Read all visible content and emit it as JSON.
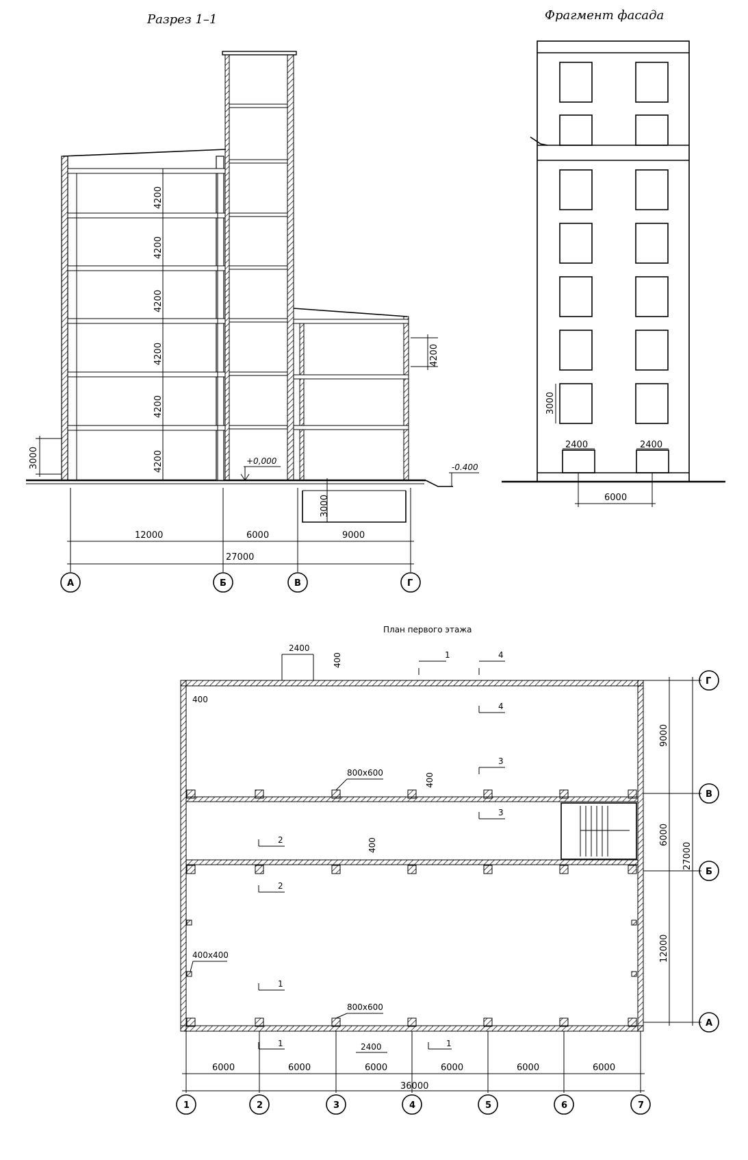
{
  "section": {
    "title": "Разрез 1–1",
    "floor_heights": [
      "4200",
      "4200",
      "4200",
      "4200",
      "4200",
      "4200"
    ],
    "ground_floor_dim": "3000",
    "right_block_dim": "4200",
    "basement_dim": "3000",
    "level_zero": "+0,000",
    "level_ground": "-0.400",
    "spans": [
      "12000",
      "6000",
      "9000"
    ],
    "total": "27000",
    "axes": [
      "А",
      "Б",
      "В",
      "Г"
    ]
  },
  "facade": {
    "title": "Фрагмент фасада",
    "window_height": "3000",
    "window_widths": [
      "2400",
      "2400"
    ],
    "spacing": "6000"
  },
  "plan": {
    "title": "План первого этажа",
    "top_window": "2400",
    "bottom_window": "2400",
    "wall_thk_top": "400",
    "wall_thk_left": "400",
    "wall_thk_mid1": "400",
    "wall_thk_mid2": "400",
    "col_large_top": "800х600",
    "col_large_bottom": "800х600",
    "col_small": "400х400",
    "cut_marks": [
      "1",
      "1",
      "4",
      "4",
      "3",
      "3",
      "2",
      "2",
      "1",
      "1"
    ],
    "spans": [
      "6000",
      "6000",
      "6000",
      "6000",
      "6000",
      "6000"
    ],
    "total": "36000",
    "right_spans": [
      "9000",
      "6000",
      "12000"
    ],
    "right_total": "27000",
    "axes_x": [
      "1",
      "2",
      "3",
      "4",
      "5",
      "6",
      "7"
    ],
    "axes_y": [
      "Г",
      "В",
      "Б",
      "А"
    ]
  }
}
